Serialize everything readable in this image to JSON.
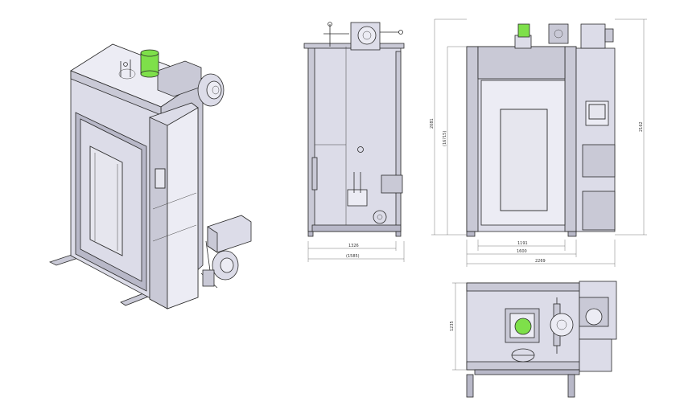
{
  "dimensions": {
    "side_width": "1326",
    "side_total": "(1585)",
    "front_height_total": "2081",
    "front_height_inner": "(16?15)",
    "front_height_right": "2162",
    "front_inner_width": "1191",
    "front_width": "1600",
    "front_total_width": "2269",
    "top_depth": "1235"
  },
  "colors": {
    "body": "#dcdce8",
    "accent": "#7ee04a",
    "line": "#2a2a2a"
  }
}
